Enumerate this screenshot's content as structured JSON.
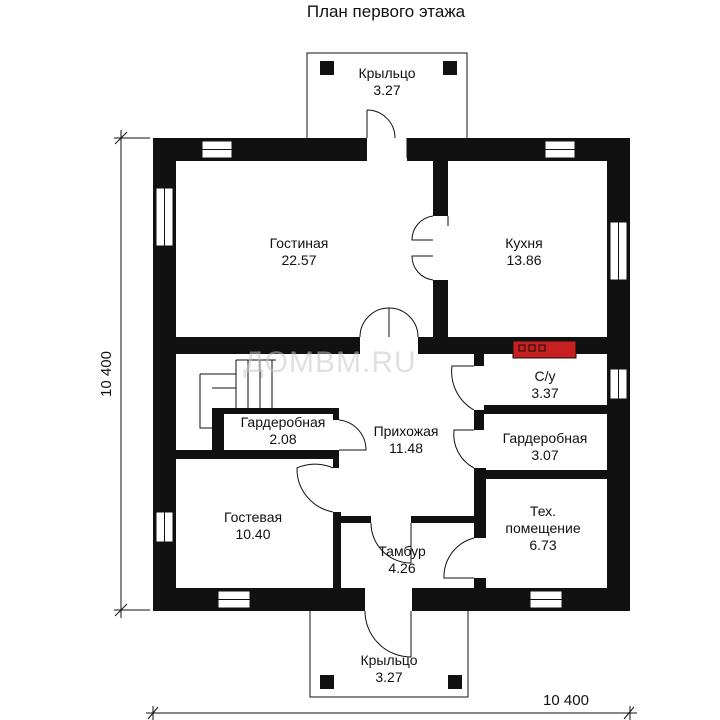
{
  "title": "План первого этажа",
  "watermark": "ДОМВМ.RU",
  "dimensions": {
    "width": "10 400",
    "height": "10 400"
  },
  "rooms": {
    "porch_top": {
      "name": "Крыльцо",
      "area": "3.27"
    },
    "living": {
      "name": "Гостиная",
      "area": "22.57"
    },
    "kitchen": {
      "name": "Кухня",
      "area": "13.86"
    },
    "wc": {
      "name": "С/у",
      "area": "3.37"
    },
    "wardrobe_left": {
      "name": "Гардеробная",
      "area": "2.08"
    },
    "hall": {
      "name": "Прихожая",
      "area": "11.48"
    },
    "wardrobe_right": {
      "name": "Гардеробная",
      "area": "3.07"
    },
    "guest": {
      "name": "Гостевая",
      "area": "10.40"
    },
    "tech": {
      "name_line1": "Тех.",
      "name_line2": "помещение",
      "area": "6.73"
    },
    "vestibule": {
      "name": "Тамбур",
      "area": "4.26"
    },
    "porch_bottom": {
      "name": "Крыльцо",
      "area": "3.27"
    }
  },
  "colors": {
    "wall": "#111111",
    "stove": "#c8201e",
    "watermark": "#c8c8c8"
  }
}
